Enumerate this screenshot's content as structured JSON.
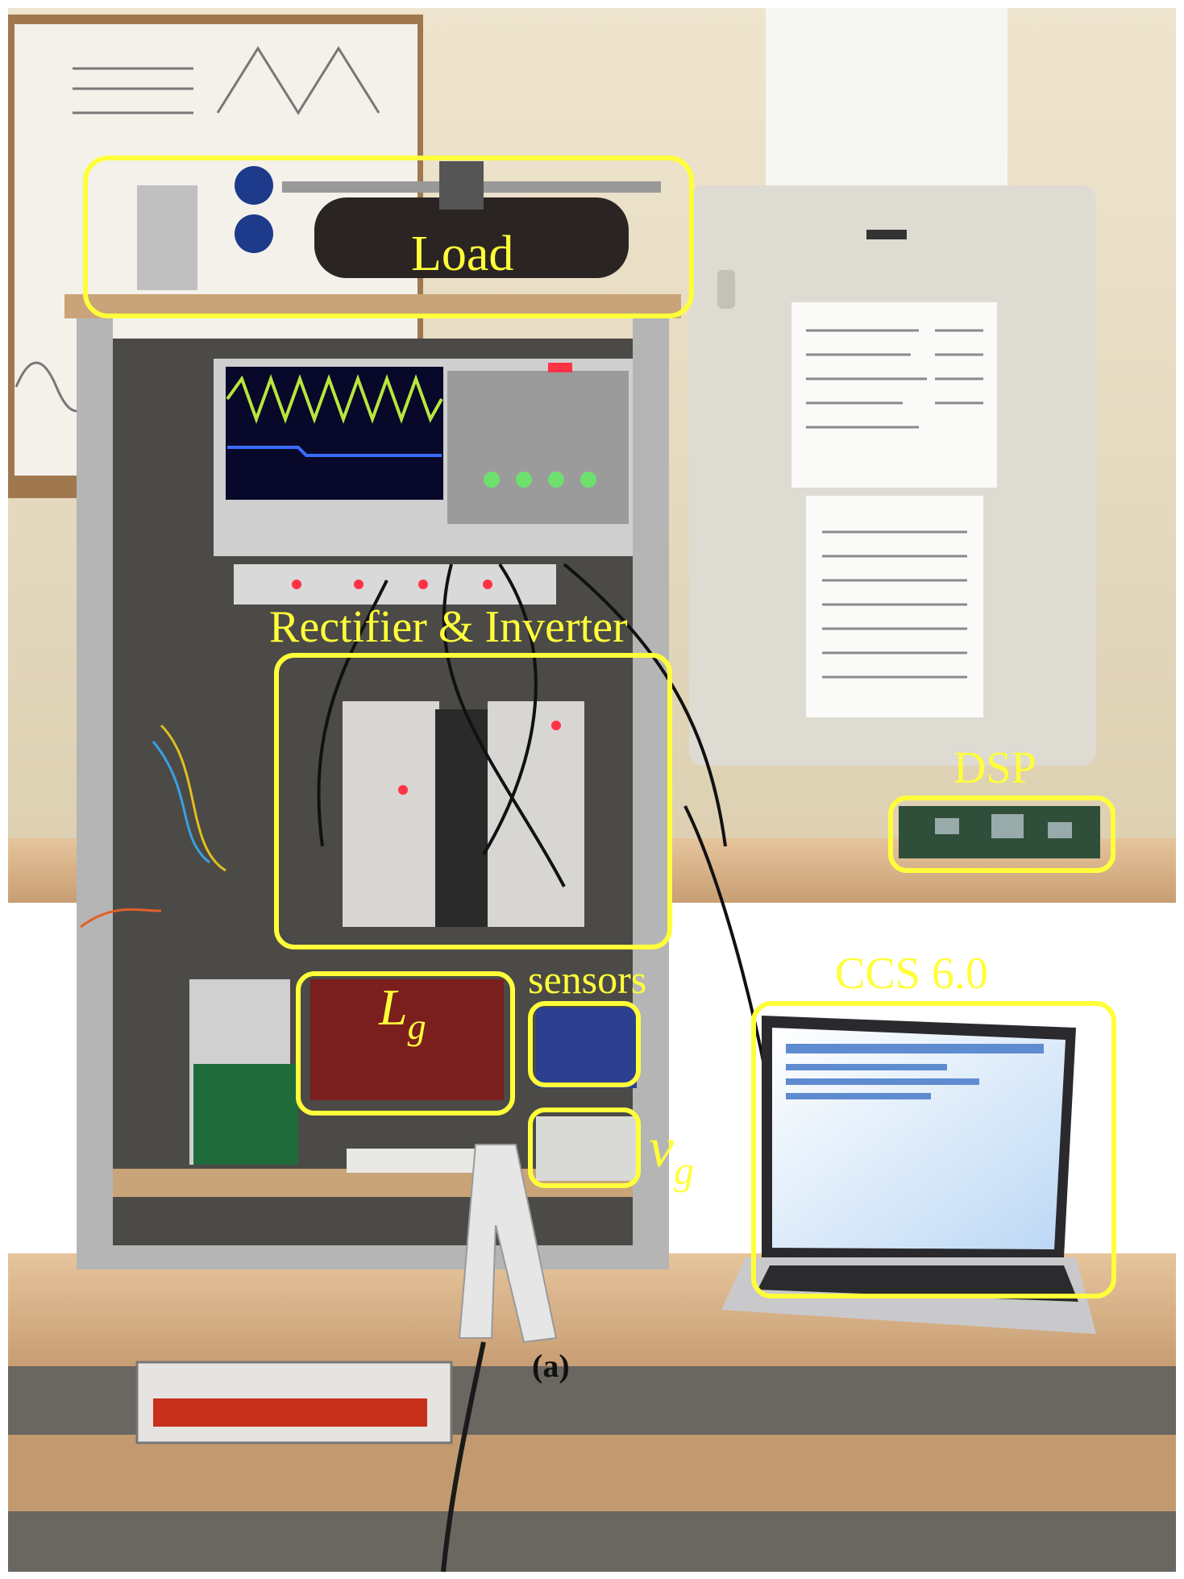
{
  "figure": {
    "labels": {
      "load": "Load",
      "rectifier_inverter": "Rectifier & Inverter",
      "dsp": "DSP",
      "sensors": "sensors",
      "ccs": "CCS 6.0",
      "lg_main": "L",
      "lg_sub": "g",
      "vg_main": "v",
      "vg_sub": "g"
    },
    "caption": "(a)"
  },
  "colors": {
    "annotation": "#ffff3a",
    "wall": "#e8dcc2",
    "bench": "#d8b48c",
    "cabinet": "#dedbd2",
    "rack_frame": "#b5b5b5",
    "scope_screen": "#08082a",
    "laptop_screen": "#cfe4ff"
  }
}
